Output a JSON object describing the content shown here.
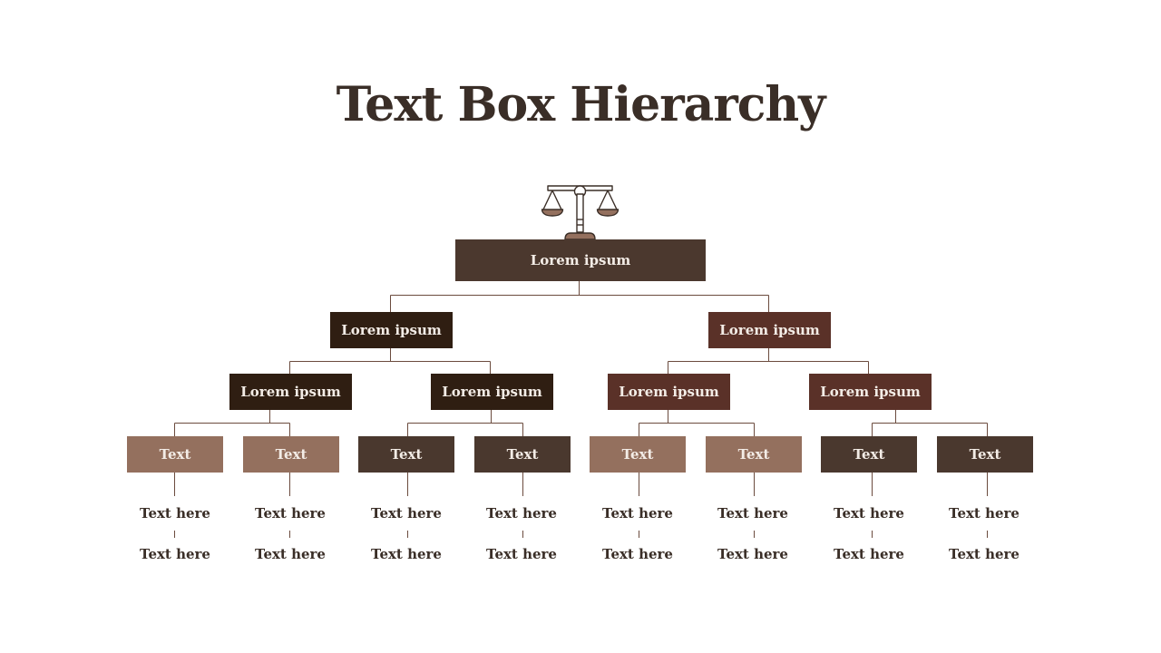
{
  "title": "Text Box Hierarchy",
  "colors": {
    "root": "#4b382e",
    "dark": "#2f1e12",
    "red_brown": "#5a3128",
    "light": "#94705e",
    "mid": "#4a382e",
    "line": "#6b4b3e",
    "text_dark": "#3a2e27"
  },
  "icons": {
    "top": "scale-icon"
  },
  "root": {
    "label": "Lorem ipsum"
  },
  "level1": [
    {
      "label": "Lorem ipsum"
    },
    {
      "label": "Lorem ipsum"
    }
  ],
  "level2": [
    {
      "label": "Lorem ipsum"
    },
    {
      "label": "Lorem ipsum"
    },
    {
      "label": "Lorem ipsum"
    },
    {
      "label": "Lorem ipsum"
    }
  ],
  "level3": [
    {
      "label": "Text",
      "line1": "Text here",
      "line2": "Text here"
    },
    {
      "label": "Text",
      "line1": "Text here",
      "line2": "Text here"
    },
    {
      "label": "Text",
      "line1": "Text here",
      "line2": "Text here"
    },
    {
      "label": "Text",
      "line1": "Text here",
      "line2": "Text here"
    },
    {
      "label": "Text",
      "line1": "Text here",
      "line2": "Text here"
    },
    {
      "label": "Text",
      "line1": "Text here",
      "line2": "Text here"
    },
    {
      "label": "Text",
      "line1": "Text here",
      "line2": "Text here"
    },
    {
      "label": "Text",
      "line1": "Text here",
      "line2": "Text here"
    }
  ]
}
